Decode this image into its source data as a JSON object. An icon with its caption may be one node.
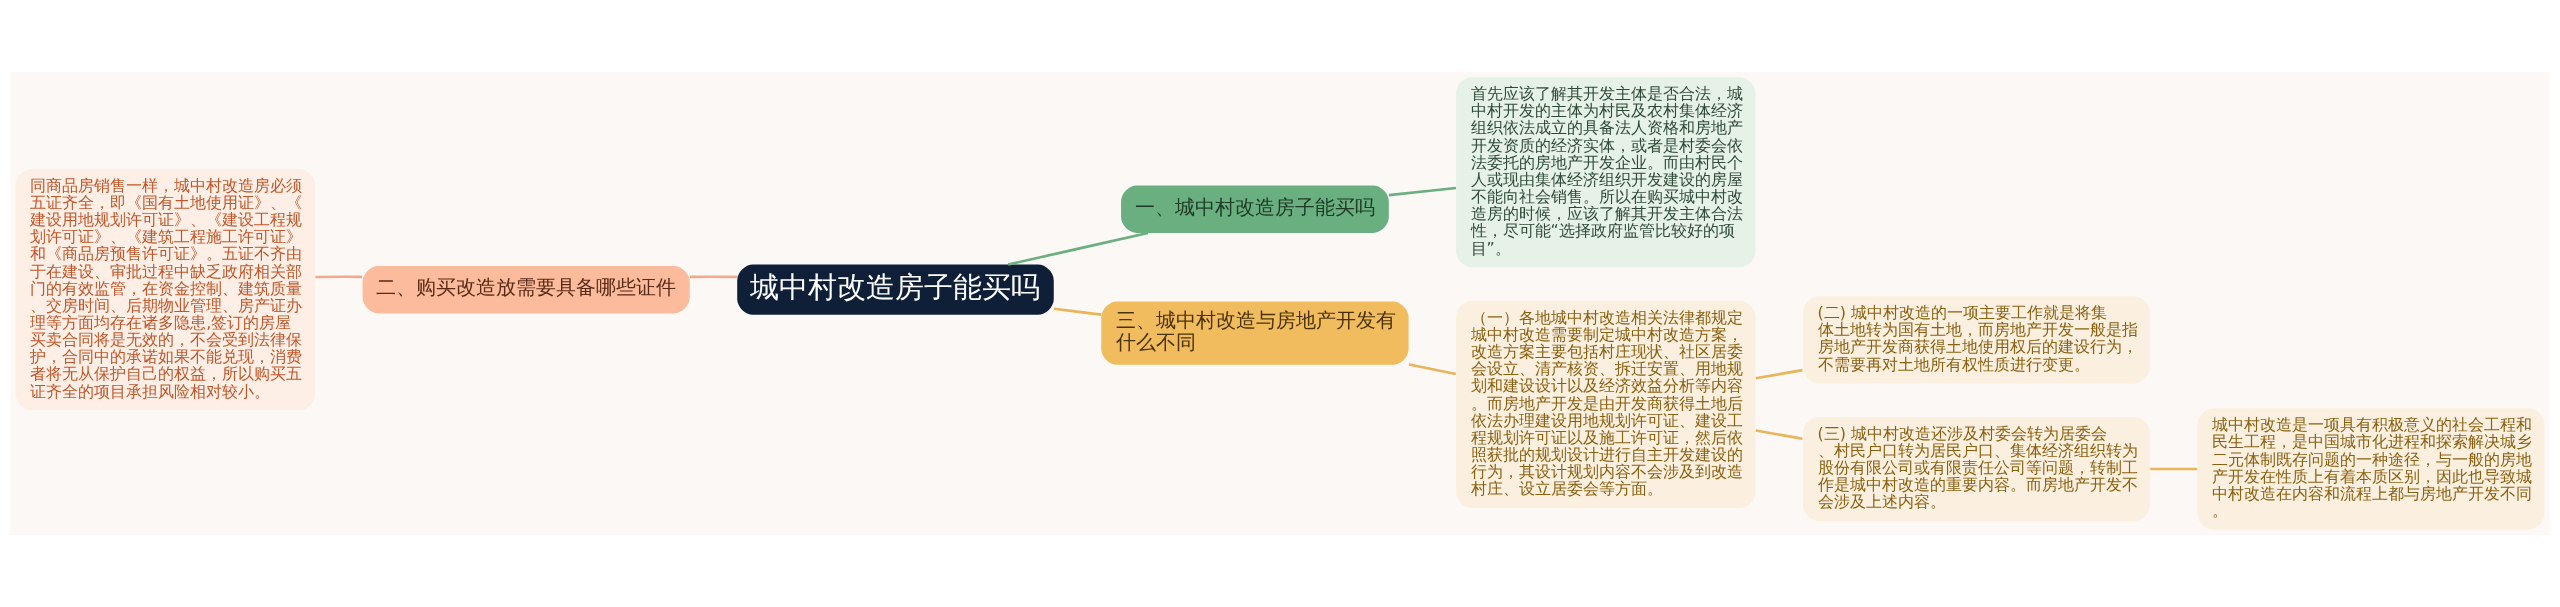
{
  "diagram": {
    "nodes": [
      {
        "text": [
          "城中村改造房子能买吗"
        ]
      },
      {
        "text": [
          "一、城中村改造房子能买吗"
        ]
      },
      {
        "text": [
          "首先应该了解其开发主体是否合法，城中村开发的主体为村民及农村集体经济组织依法成立的具备法人资格和房地产开发资质的经济实体，或者是村委会依法委托的房地产开发企业。而由村民个人或现由集体经济组织开发建设的房屋不能向社会销售。所以在购买城中村改造房的时候，应该了解其开发主体合法性，尽可能“选择政府监管比较好的项目”。"
        ]
      },
      {
        "text": [
          "二、购买改造放需要具备哪些证件"
        ]
      },
      {
        "text": [
          "同商品房销售一样，城中村改造房必须五证齐全，即《国有土地使用证》、《建设用地规划许可证》、《建设工程规划许可证》、《建筑工程施工许可证》和《商品房预售许可证》。五证不齐由于在建设、审批过程中缺乏政府相关部门的有效监管，在资金控制、建筑质量、交房时间、后期物业管理、房产证办理等方面均存在诸多隐患,签订的房屋买卖合同将是无效的，不会受到法律保护，合同中的承诺如果不能兑现，消费者将无从保护自己的权益，所以购买五证齐全的项目承担风险相对较小。"
        ]
      },
      {
        "text": [
          "三、城中村改造与房地产开发有什么不同"
        ]
      },
      {
        "text": [
          "（一）各地城中村改造相关法律都规定城中村改造需要制定城中村改造方案，改造方案主要包括村庄现状、社区居委会设立、清产核资、拆迁安置、用地规划和建设设计以及经济效益分析等内容。而房地产开发是由开发商获得土地后依法办理建设用地规划许可证、建设工程规划许可证以及施工许可证，然后依照获批的规划设计进行自主开发建设的行为，其设计规划内容不会涉及到改造村庄、设立居委会等方面。"
        ]
      },
      {
        "text": [
          "(二) 城中村改造的一项主要工作就是将集体土地转为国有土地，而房地产开发一般是指房地产开发商获得土地使用权后的建设行为，不需要再对土地所有权性质进行变更。"
        ]
      },
      {
        "text": [
          "(三) 城中村改造还涉及村委会转为居委会、村民户口转为居民户口、集体经济组织转为股份有限公司或有限责任公司等问题，转制工作是城中村改造的重要内容。而房地产开发不会涉及上述内容。"
        ]
      },
      {
        "text": [
          "城中村改造是一项具有积极意义的社会工程和民生工程，是中国城市化进程和探索解决城乡二元体制既存问题的一种途径，与一般的房地产开发在性质上有着本质区别，因此也导致城中村改造在内容和流程上都与房地产开发不同。"
        ]
      }
    ],
    "edges": [
      {
        "from": 0,
        "to": 1,
        "arrow": "none",
        "color": "#6aaf7f"
      },
      {
        "from": 1,
        "to": 2,
        "arrow": "none",
        "color": "#6aaf7f"
      },
      {
        "from": 0,
        "to": 3,
        "arrow": "none",
        "color": "#f5a98a"
      },
      {
        "from": 3,
        "to": 4,
        "arrow": "none",
        "color": "#f5a98a"
      },
      {
        "from": 0,
        "to": 5,
        "arrow": "none"
      },
      {
        "from": 5,
        "to": 6,
        "arrow": "none"
      },
      {
        "from": 6,
        "to": 7,
        "arrow": "none"
      },
      {
        "from": 6,
        "to": 8,
        "arrow": "none"
      },
      {
        "from": 8,
        "to": 9,
        "arrow": "none"
      }
    ]
  }
}
